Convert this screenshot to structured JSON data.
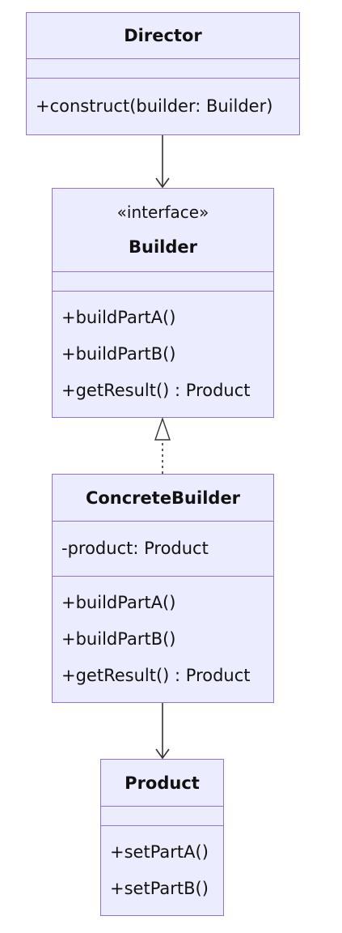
{
  "diagram": {
    "classes": [
      {
        "id": "director",
        "stereotype": "",
        "name": "Director",
        "attributes": [],
        "methods": [
          "+construct(builder: Builder)"
        ]
      },
      {
        "id": "builder",
        "stereotype": "«interface»",
        "name": "Builder",
        "attributes": [],
        "methods": [
          "+buildPartA()",
          "+buildPartB()",
          "+getResult() : Product"
        ]
      },
      {
        "id": "concrete-builder",
        "stereotype": "",
        "name": "ConcreteBuilder",
        "attributes": [
          "-product: Product"
        ],
        "methods": [
          "+buildPartA()",
          "+buildPartB()",
          "+getResult() : Product"
        ]
      },
      {
        "id": "product",
        "stereotype": "",
        "name": "Product",
        "attributes": [],
        "methods": [
          "+setPartA()",
          "+setPartB()"
        ]
      }
    ],
    "relations": [
      {
        "from": "director",
        "to": "builder",
        "type": "association"
      },
      {
        "from": "concrete-builder",
        "to": "builder",
        "type": "realization"
      },
      {
        "from": "concrete-builder",
        "to": "product",
        "type": "association"
      }
    ],
    "colors": {
      "class_fill": "#ececff",
      "class_border": "#9370db",
      "line": "#333333",
      "text": "#111111"
    }
  }
}
